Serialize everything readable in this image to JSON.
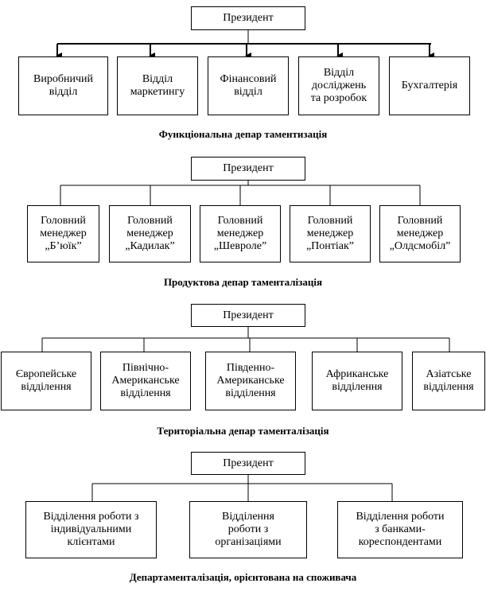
{
  "sections": [
    {
      "president": "Президент",
      "units": [
        "Виробничий\nвідділ",
        "Відділ\nмаркетингу",
        "Фінансовий\nвідділ",
        "Відділ\nдосліджень\nта розробок",
        "Бухгалтерія"
      ],
      "caption": "Функціональна депар таментизація"
    },
    {
      "president": "Президент",
      "units": [
        "Головний\nменеджер\n„Б’юїк”",
        "Головний\nменеджер\n„Кадилак”",
        "Головний\nменеджер\n„Шевроле”",
        "Головний\nменеджер\n„Понтіак”",
        "Головний\nменеджер\n„Олдсмобіл”"
      ],
      "caption": "Продуктова депар таменталізація"
    },
    {
      "president": "Президент",
      "units": [
        "Європейське\nвідділення",
        "Північно-\nАмериканське\nвідділення",
        "Південно-\nАмериканське\nвідділення",
        "Африканське\nвідділення",
        "Азіатське\nвідділення"
      ],
      "caption": "Територіальна депар таменталізація"
    },
    {
      "president": "Президент",
      "units": [
        "Відділення роботи з\nіндивідуальними\nклієнтами",
        "Відділення\nроботи з\nорганізаціями",
        "Відділення роботи\nз банками-\nкореспондентами"
      ],
      "caption": "Департаменталізація, орієнтована на споживача"
    }
  ]
}
